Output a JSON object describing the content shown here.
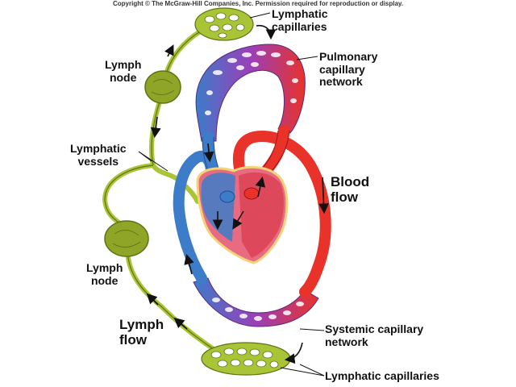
{
  "copyright": "Copyright © The McGraw-Hill Companies, Inc. Permission required for reproduction or display.",
  "labels": {
    "lymphatic_capillaries_top": "Lymphatic\ncapillaries",
    "lymph_node_top": "Lymph\nnode",
    "pulmonary_capillary_network": "Pulmonary\ncapillary\nnetwork",
    "lymphatic_vessels": "Lymphatic\nvessels",
    "blood_flow": "Blood\nflow",
    "lymph_node_bottom": "Lymph\nnode",
    "lymph_flow": "Lymph\nflow",
    "systemic_capillary_network": "Systemic capillary\nnetwork",
    "lymphatic_capillaries_bottom": "Lymphatic capillaries"
  },
  "colors": {
    "lymph": "#a9c436",
    "lymph_dark": "#5d7414",
    "lymph_node": "#8fa528",
    "vein": "#3d7cc9",
    "vein_dark": "#1d4f92",
    "artery": "#e8322a",
    "artery_dark": "#a01510",
    "capillary_mid": "#9a3fb8",
    "heart": "#e86b82",
    "heart_outline": "#f2d27a",
    "arrow": "#111111"
  }
}
